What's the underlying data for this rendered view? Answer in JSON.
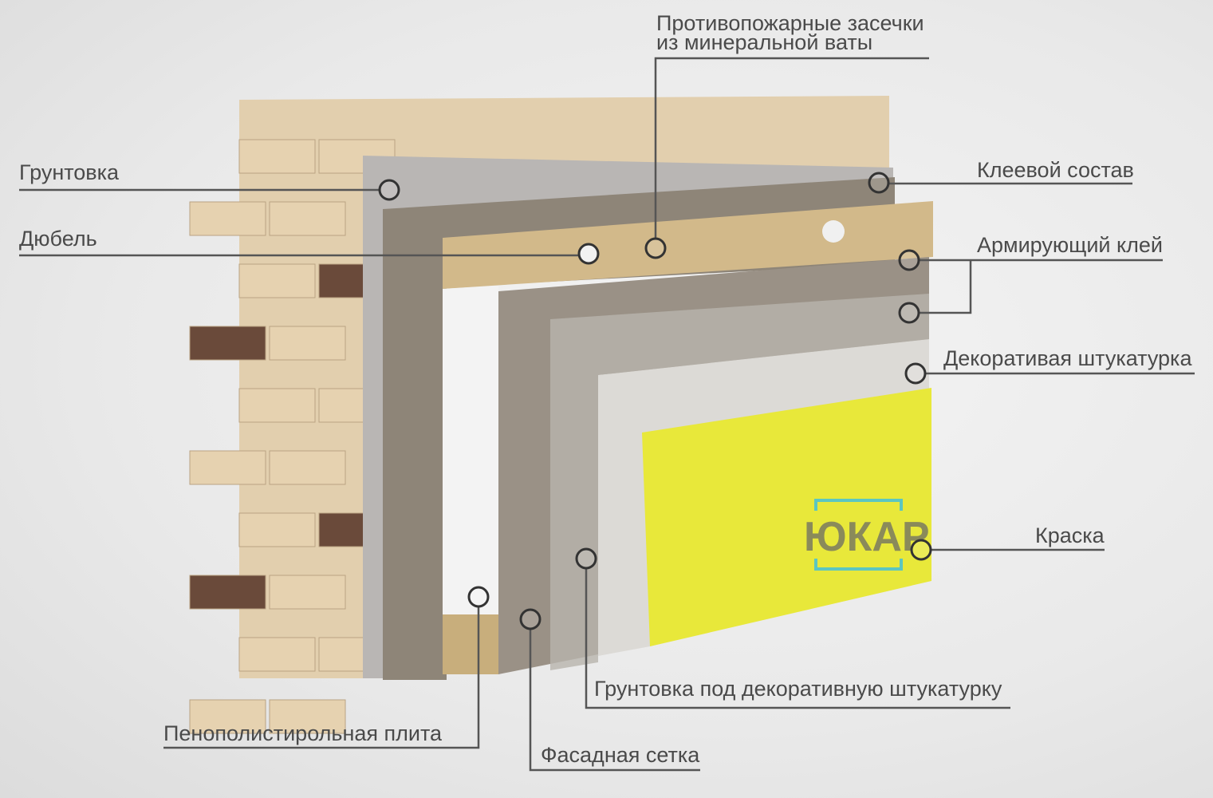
{
  "labels": {
    "fire_breaks_line1": "Противопожарные засечки",
    "fire_breaks_line2": "из минеральной ваты",
    "primer": "Грунтовка",
    "adhesive": "Клеевой состав",
    "dowel": "Дюбель",
    "reinforcing_adhesive": "Армирующий клей",
    "decorative_plaster": "Декоративая штукатурка",
    "paint": "Краска",
    "primer_for_plaster": "Грунтовка под декоративную штукатурку",
    "eps_board": "Пенополистирольная плита",
    "facade_mesh": "Фасадная сетка"
  },
  "logo": "ЮКАР",
  "colors": {
    "paint": "#e8e83a",
    "logo_frame": "#5cc6c0",
    "logo_text": "#8a8a5a",
    "brick_light": "#e6d2b0",
    "brick_dark": "#6a4a3a"
  }
}
